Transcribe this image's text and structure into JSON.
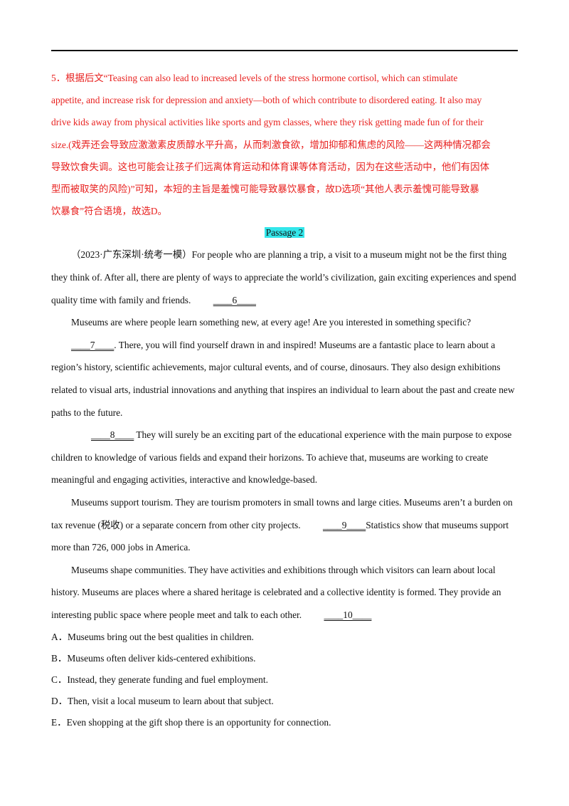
{
  "explanation": {
    "lines": [
      "5．根据后文“Teasing can also lead to increased levels of the stress hormone cortisol, which can stimulate",
      "appetite, and increase risk for depression and anxiety—both of which contribute to disordered eating. It also may",
      "drive kids away from physical activities like sports and gym classes, where they risk getting made fun of for their",
      "size.(戏弄还会导致应激激素皮质醇水平升高，从而刺激食欲，增加抑郁和焦虑的风险——这两种情况都会",
      "导致饮食失调。这也可能会让孩子们远离体育运动和体育课等体育活动，因为在这些活动中，他们有因体",
      "型而被取笑的风险)”可知，本短的主旨是羞愧可能导致暴饮暴食，故D选项“其他人表示羞愧可能导致暴",
      "饮暴食”符合语境，故选D。"
    ]
  },
  "passage": {
    "title": "Passage  2",
    "p1": {
      "text": "（2023·广东深圳·统考一模）For people who are planning a trip, a visit to a museum might not be the first thing they think of. After all, there are plenty of ways to appreciate the world’s civilization, gain exciting experiences and spend quality time with family and friends. ",
      "blank": "____6____"
    },
    "p2": {
      "pre": "Museums are where people learn something new, at every age! Are you interested in something specific? ",
      "blank": "____7____",
      "post": ". There, you will find yourself drawn in and inspired! Museums are a fantastic place to learn about a region’s history, scientific achievements, major cultural events, and of course, dinosaurs. They also design exhibitions related to visual arts, industrial innovations and anything that inspires an individual to learn about the past and create new paths to the future."
    },
    "p3": {
      "blank": "____8____",
      "post": "  They will surely be an exciting part of the educational experience with the main purpose to expose children to knowledge of various fields and expand their horizons. To achieve that, museums are working to create meaningful and engaging activities, interactive and knowledge-based."
    },
    "p4": {
      "pre": "Museums support tourism. They are tourism promoters in small towns and large cities. Museums aren’t a burden on tax revenue (税收) or a separate concern from other city projects.  ",
      "blank": "____9____",
      "post": "Statistics show that museums support more than 726, 000 jobs in America."
    },
    "p5": {
      "pre": "Museums shape communities. They have activities and exhibitions through which visitors can learn about local history. Museums are places where a shared heritage is celebrated and a collective identity is formed. They provide an interesting public space where people meet and talk to each other.  ",
      "blank": "____10____"
    }
  },
  "options": [
    "A．Museums bring out the best qualities in children.",
    "B．Museums often deliver kids-centered exhibitions.",
    "C．Instead, they generate funding and fuel employment.",
    "D．Then, visit a local museum to learn about that subject.",
    "E．Even shopping at the gift shop there is an opportunity for connection."
  ]
}
